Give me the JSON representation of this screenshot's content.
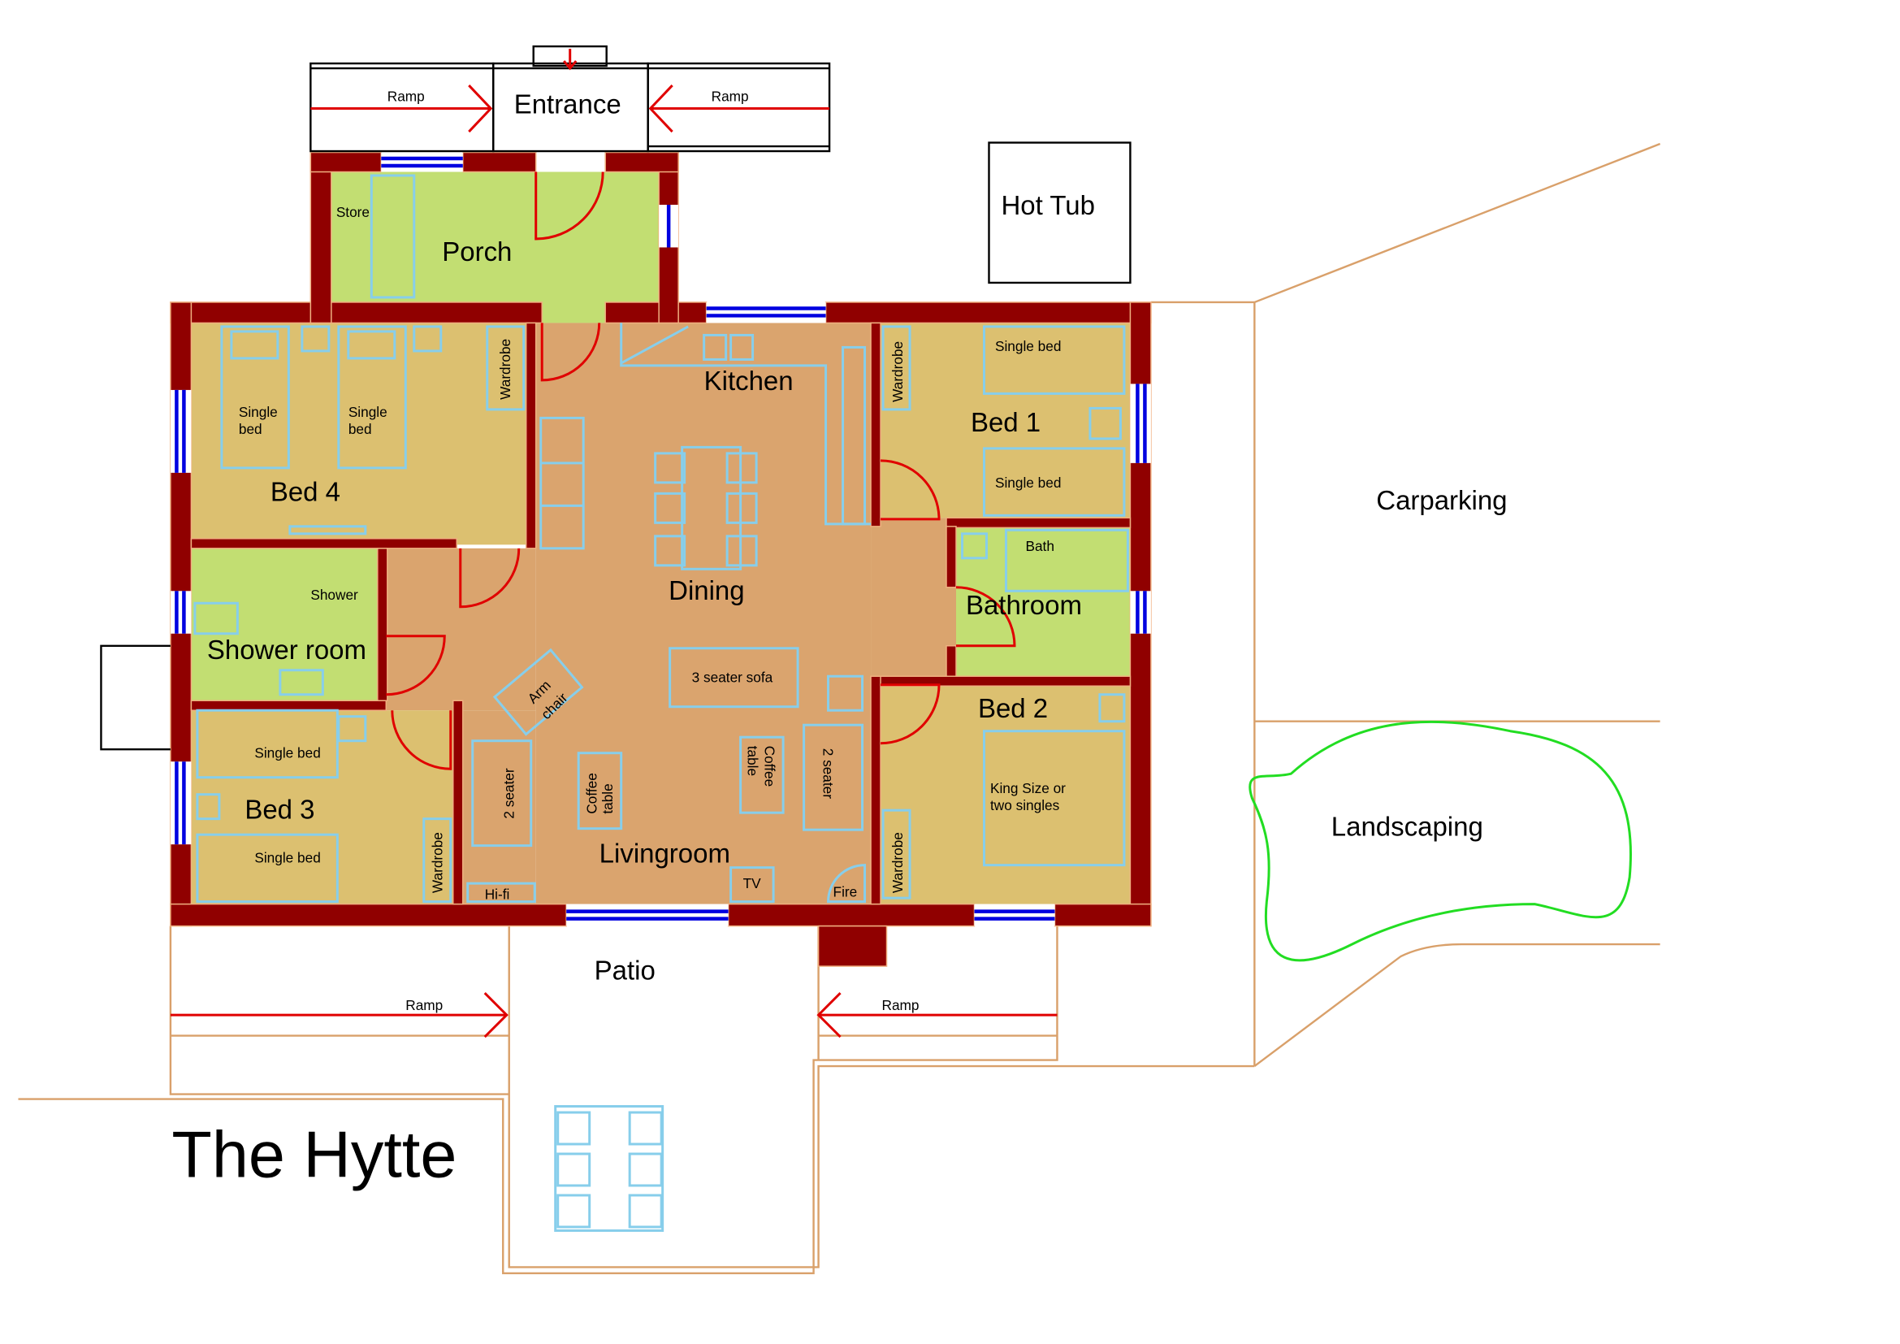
{
  "title": "The Hytte",
  "colors": {
    "wall": "#900000",
    "bedroom": "#dcc070",
    "living": "#daa46e",
    "wet": "#c2de72",
    "furniture": "#87ceeb",
    "door": "#e00000",
    "window": "#0000e0",
    "lot": "#d9a06a",
    "landscaping": "#22dd22"
  },
  "rooms": {
    "entrance": "Entrance",
    "porch": "Porch",
    "store": "Store",
    "kitchen": "Kitchen",
    "dining": "Dining",
    "bed1": "Bed 1",
    "bed2": "Bed 2",
    "bed3": "Bed 3",
    "bed4": "Bed 4",
    "bathroom": "Bathroom",
    "bath": "Bath",
    "shower_room": "Shower room",
    "shower": "Shower",
    "livingroom": "Livingroom",
    "patio": "Patio"
  },
  "outdoor": {
    "hot_tub": "Hot Tub",
    "carparking": "Carparking",
    "landscaping": "Landscaping",
    "ramp": "Ramp"
  },
  "furniture": {
    "single_bed": "Single bed",
    "single": "Single",
    "bed": "bed",
    "wardrobe": "Wardrobe",
    "king": "King Size or",
    "two_singles": "two singles",
    "sofa3": "3 seater sofa",
    "seater2": "2 seater",
    "coffee": "Coffee",
    "table": "table",
    "arm": "Arm",
    "chair": "chair",
    "tv": "TV",
    "hifi": "Hi-fi",
    "fire": "Fire"
  }
}
